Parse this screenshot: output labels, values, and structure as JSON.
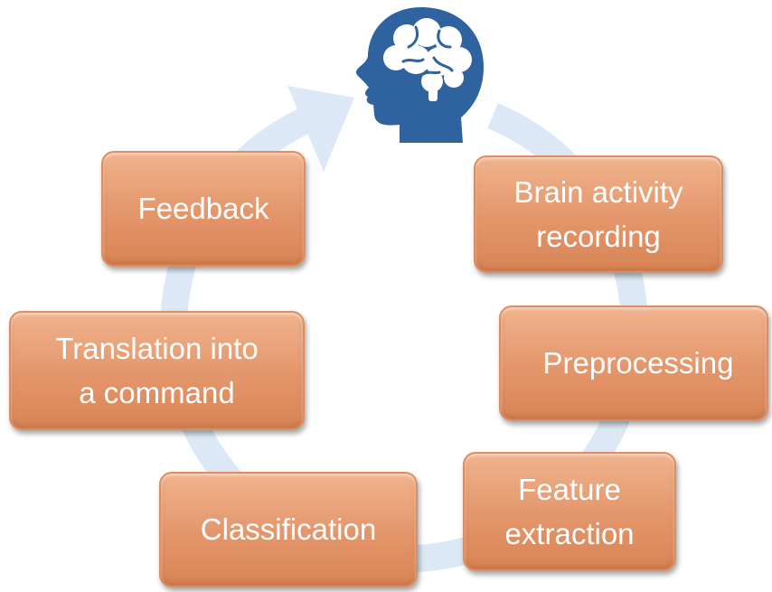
{
  "diagram": {
    "icon": "brain-head-icon",
    "colors": {
      "box_fill": "#e4956a",
      "box_text": "#ffffff",
      "head": "#2e63a0",
      "cycle_arrow": "#dce8f5"
    },
    "steps": [
      {
        "id": "recording",
        "label": "Brain activity\nrecording"
      },
      {
        "id": "preprocessing",
        "label": "Preprocessing"
      },
      {
        "id": "feature",
        "label": "Feature\nextraction"
      },
      {
        "id": "classification",
        "label": "Classification"
      },
      {
        "id": "translation",
        "label": "Translation into\na command"
      },
      {
        "id": "feedback",
        "label": "Feedback"
      }
    ]
  }
}
